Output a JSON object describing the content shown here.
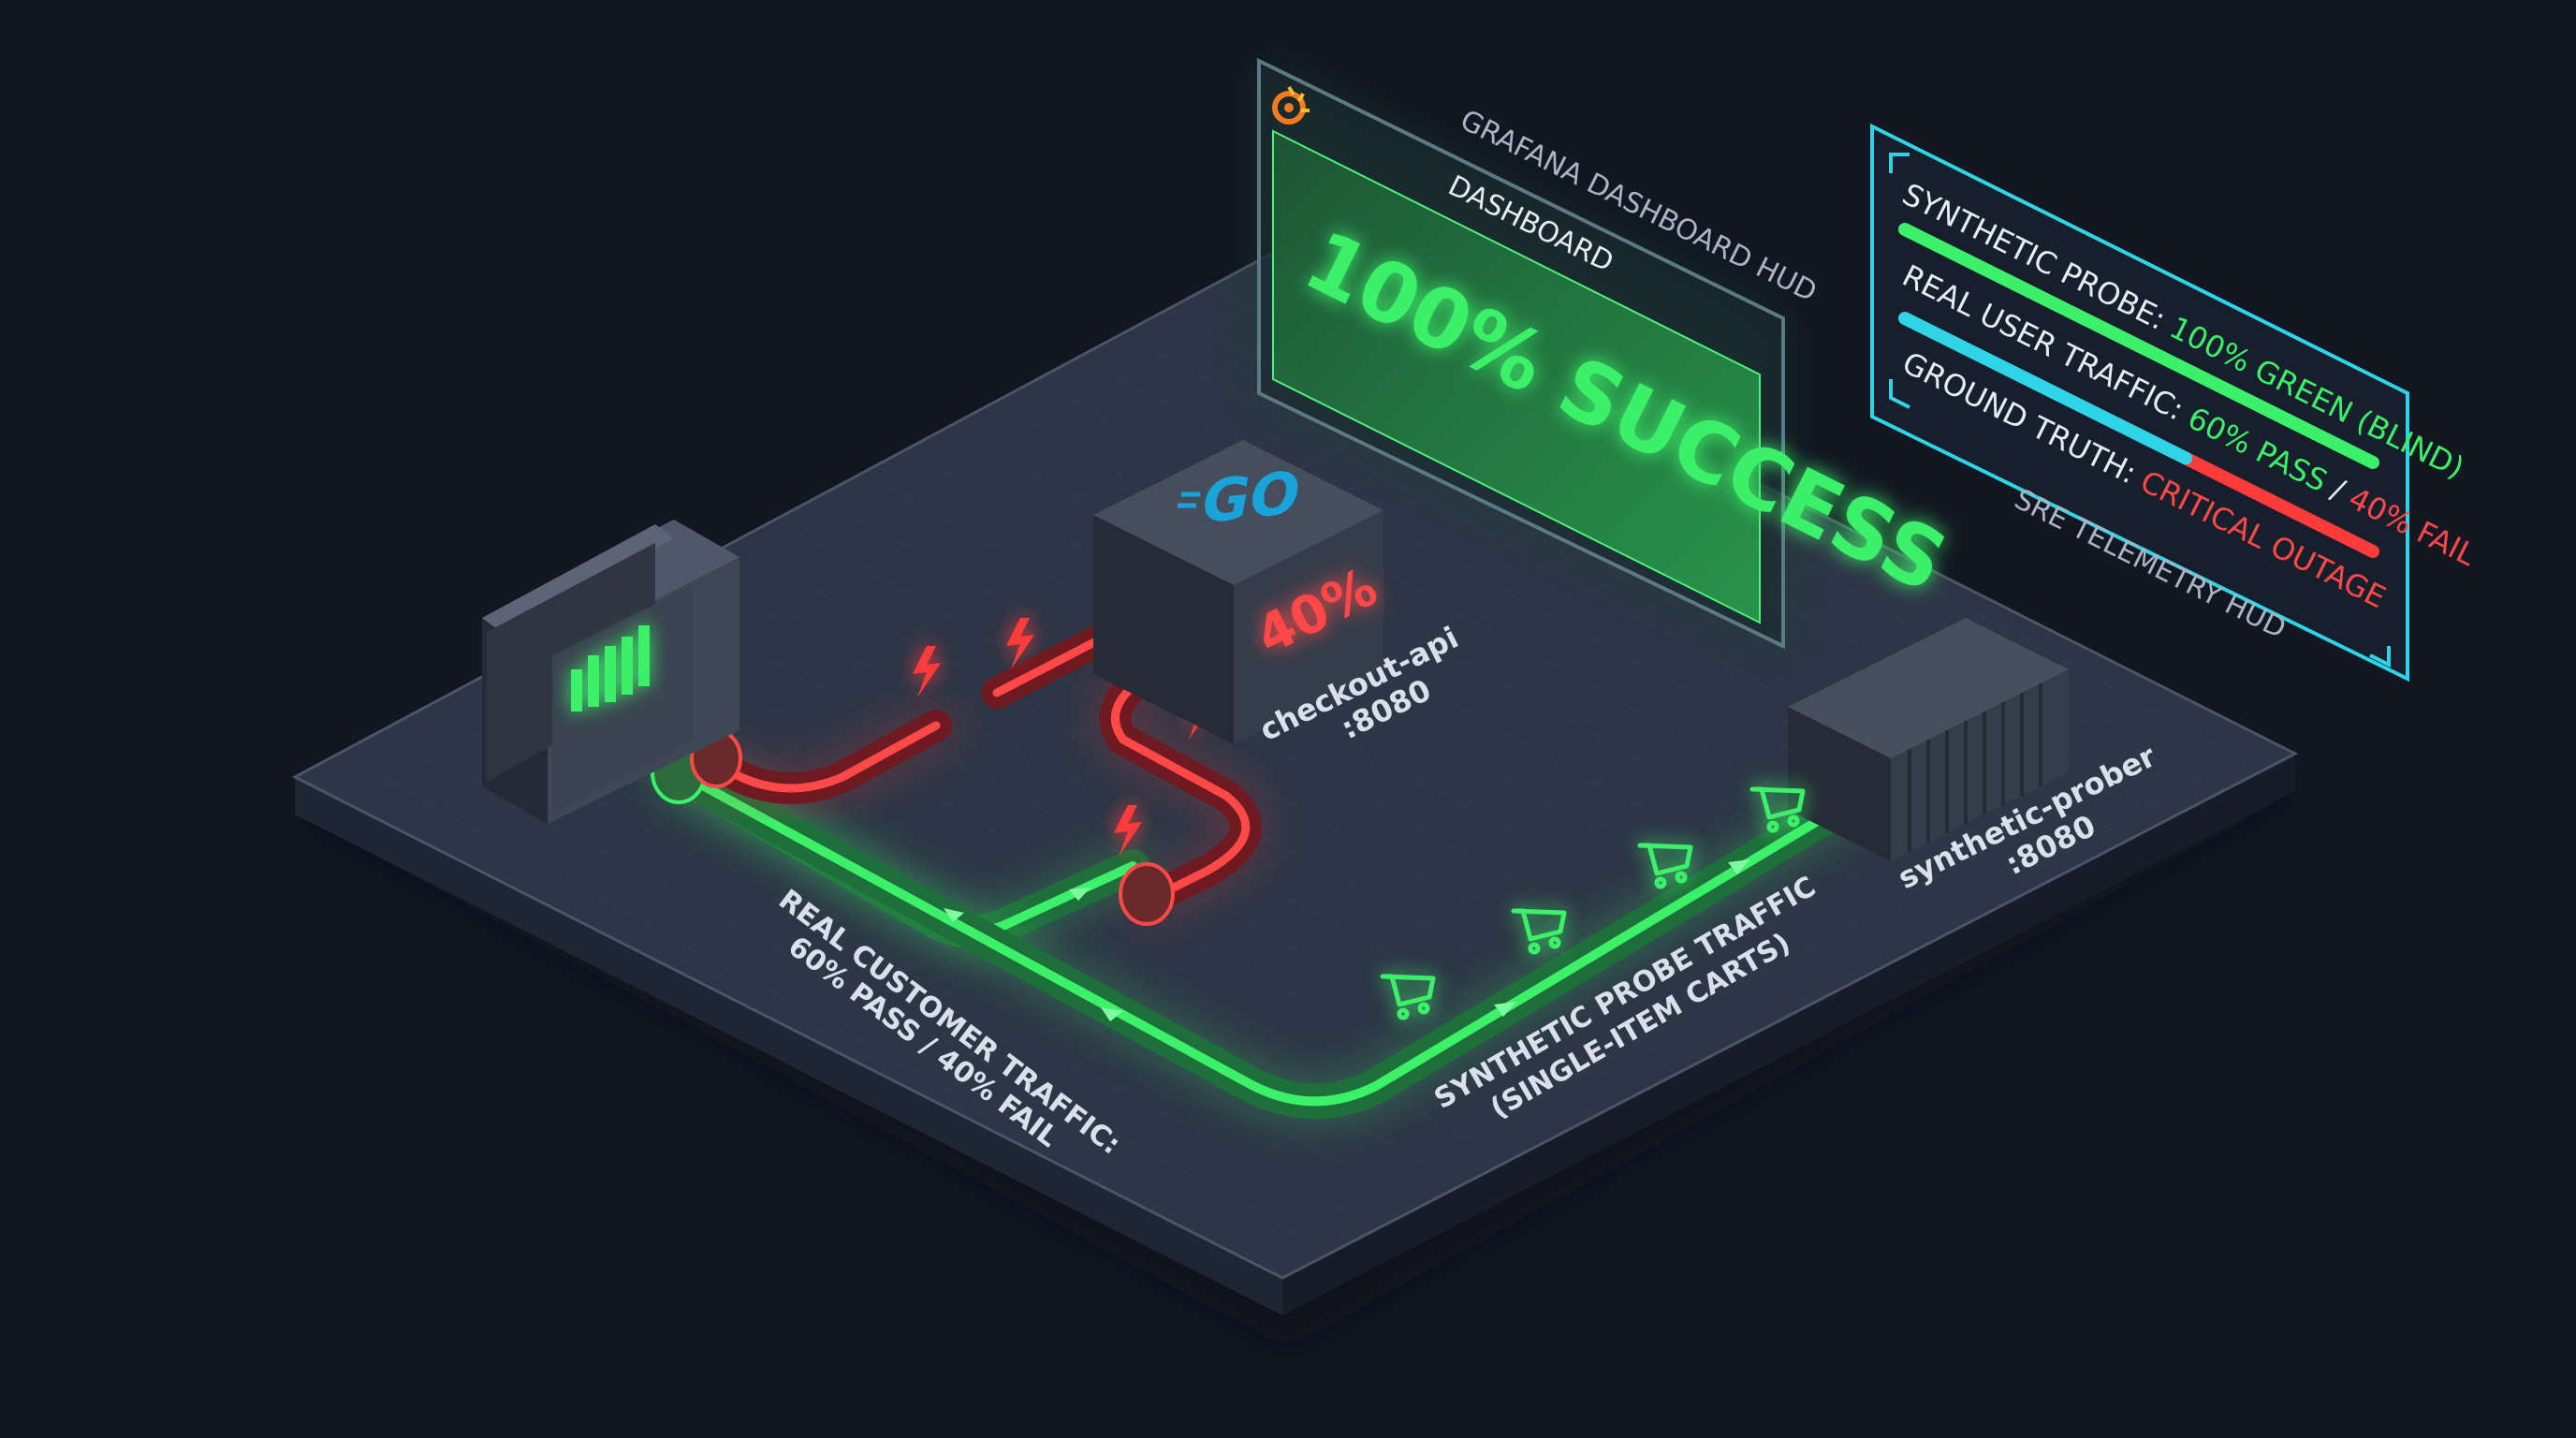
{
  "colors": {
    "background": "#121722",
    "platform": "#2d3646",
    "healthy_green": "#3cf06a",
    "failure_red": "#ff3b3b",
    "hud_cyan": "#2fd4e6",
    "go_blue": "#1aa3d8",
    "grafana_orange": "#f47a20"
  },
  "icons": {
    "grafana": "grafana-logo-icon",
    "go": "go-logo-icon",
    "cart": "shopping-cart-icon",
    "lightning": "lightning-bolt-icon",
    "equalizer": "equalizer-bars-icon"
  },
  "grafana_hud": {
    "title": "GRAFANA DASHBOARD HUD",
    "panel_title": "DASHBOARD",
    "big_value": "100% SUCCESS"
  },
  "sre_hud": {
    "title": "SRE TELEMETRY HUD",
    "rows": [
      {
        "prefix": "SYNTHETIC PROBE: ",
        "value": "100% GREEN (BLIND)",
        "pass_fraction": 1.0
      },
      {
        "prefix": "REAL USER TRAFFIC: ",
        "pass": "60% PASS",
        "sep": " / ",
        "fail": "40% FAIL",
        "pass_fraction": 0.6
      },
      {
        "prefix": "GROUND TRUTH: ",
        "value": "CRITICAL OUTAGE",
        "pass_fraction": 0.0
      }
    ]
  },
  "nodes": {
    "checkout": {
      "name": "checkout-api",
      "port": ":8080",
      "failure_rate": "40%"
    },
    "prober": {
      "name": "synthetic-prober",
      "port": ":8080"
    }
  },
  "flows": {
    "real": {
      "line1": "REAL CUSTOMER TRAFFIC:",
      "line2": "60% PASS / 40% FAIL"
    },
    "synthetic": {
      "line1": "SYNTHETIC PROBE TRAFFIC",
      "line2": "(SINGLE-ITEM CARTS)"
    }
  },
  "labels": {
    "go_logo": "GO"
  }
}
